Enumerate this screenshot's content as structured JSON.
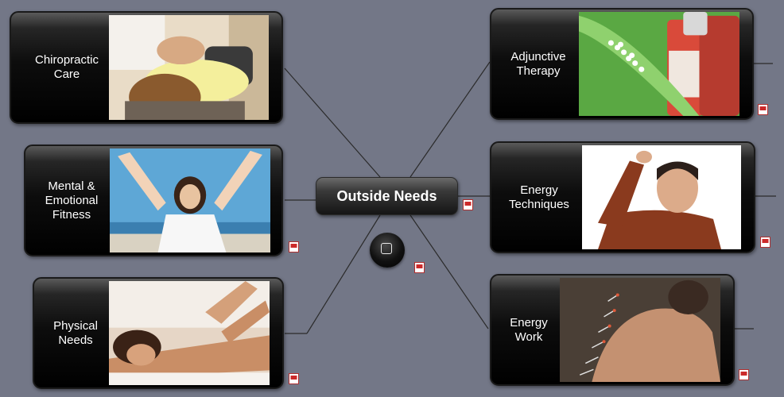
{
  "center": {
    "label": "Outside Needs"
  },
  "topics": [
    {
      "id": "chiropractic",
      "label": "Chiropractic\nCare"
    },
    {
      "id": "mental",
      "label": "Mental &\nEmotional\nFitness"
    },
    {
      "id": "physical",
      "label": "Physical\nNeeds"
    },
    {
      "id": "adjunctive",
      "label": "Adjunctive\nTherapy"
    },
    {
      "id": "energy-techniques",
      "label": "Energy\nTechniques"
    },
    {
      "id": "energy-work",
      "label": "Energy\nWork"
    }
  ],
  "icons": {
    "note": "note-icon",
    "collapse": "collapse-icon"
  },
  "colors": {
    "background": "#737787",
    "node": "#000000",
    "text": "#ffffff",
    "connector": "#2b2b2b"
  }
}
